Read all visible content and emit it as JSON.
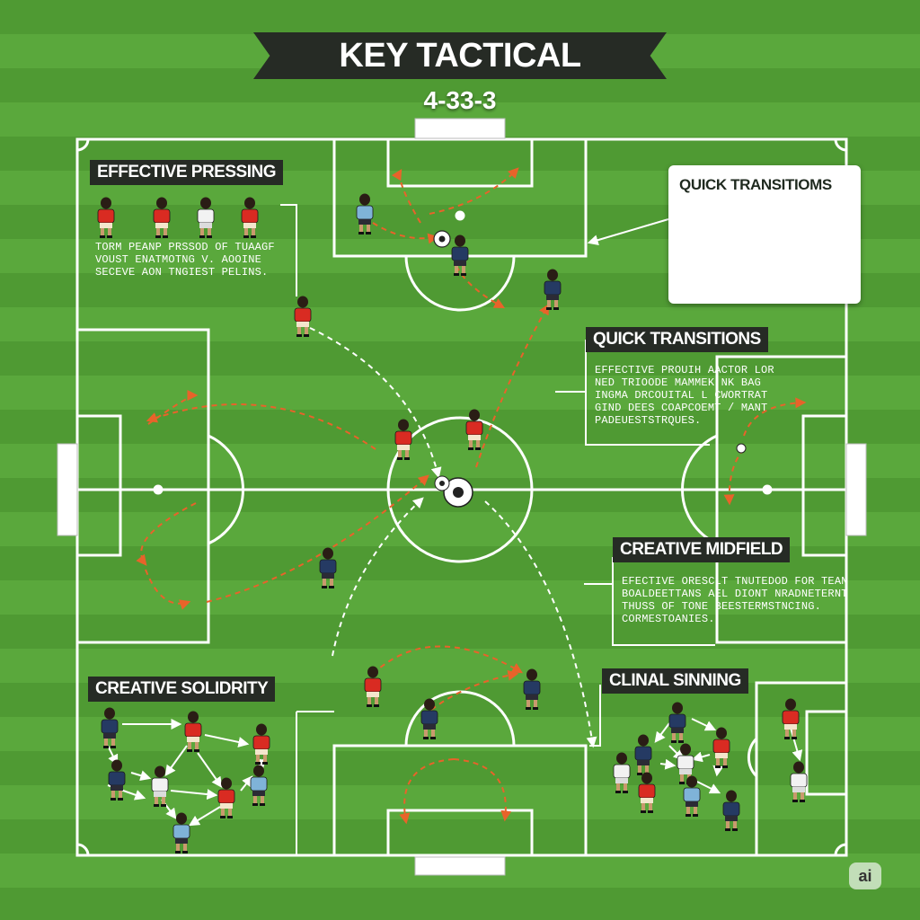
{
  "title": "KEY TACTICAL ELEMENTS",
  "formation": "4-33-3",
  "sections": {
    "effective_pressing": {
      "label": "EFFECTIVE PRESSING",
      "desc": "TORM PEANP PRSSOD OF TUAAGF\nVOUST ENATMOTNG V. AOOINE\nSECEVE AON TNGIEST PELINS."
    },
    "quick_transitions_card": {
      "label": "QUICK TRANSITIOMS"
    },
    "quick_transitions": {
      "label": "QUICK TRANSITIONS",
      "desc": "EFFECTIVE PROUIH AACTOR LOR\nNED TRIOODE MAMMEK NK BAG\nINGMA DRCOUITAL L CWORTRAT\nGIND DEES COAPCOEMT / MANT\nPADEUESTSTRQUES."
    },
    "creative_midfield": {
      "label": "CREATIVE MIDFIELD",
      "desc": "EFECTIVE ORESCLT TNUTEDOD FOR TEAN\nBOALDEETTANS AEL DIONT NRADNETERNT\nTHUSS OF TONE BEESTERMSTNCING.\nCORMESTOANIES."
    },
    "creative_solidity": {
      "label": "CREATIVE SOLIDRITY"
    },
    "clinal_sinning": {
      "label": "CLINAL SINNING"
    }
  },
  "badge": "ai",
  "colors": {
    "red_team": "#d92b22",
    "navy_team": "#253a63",
    "light_blue_team": "#7fb3d8",
    "white_team": "#f2f2f2",
    "pass_arrow": "#e8632a",
    "run_arrow": "#ffffff",
    "label_bg": "#262b25"
  }
}
